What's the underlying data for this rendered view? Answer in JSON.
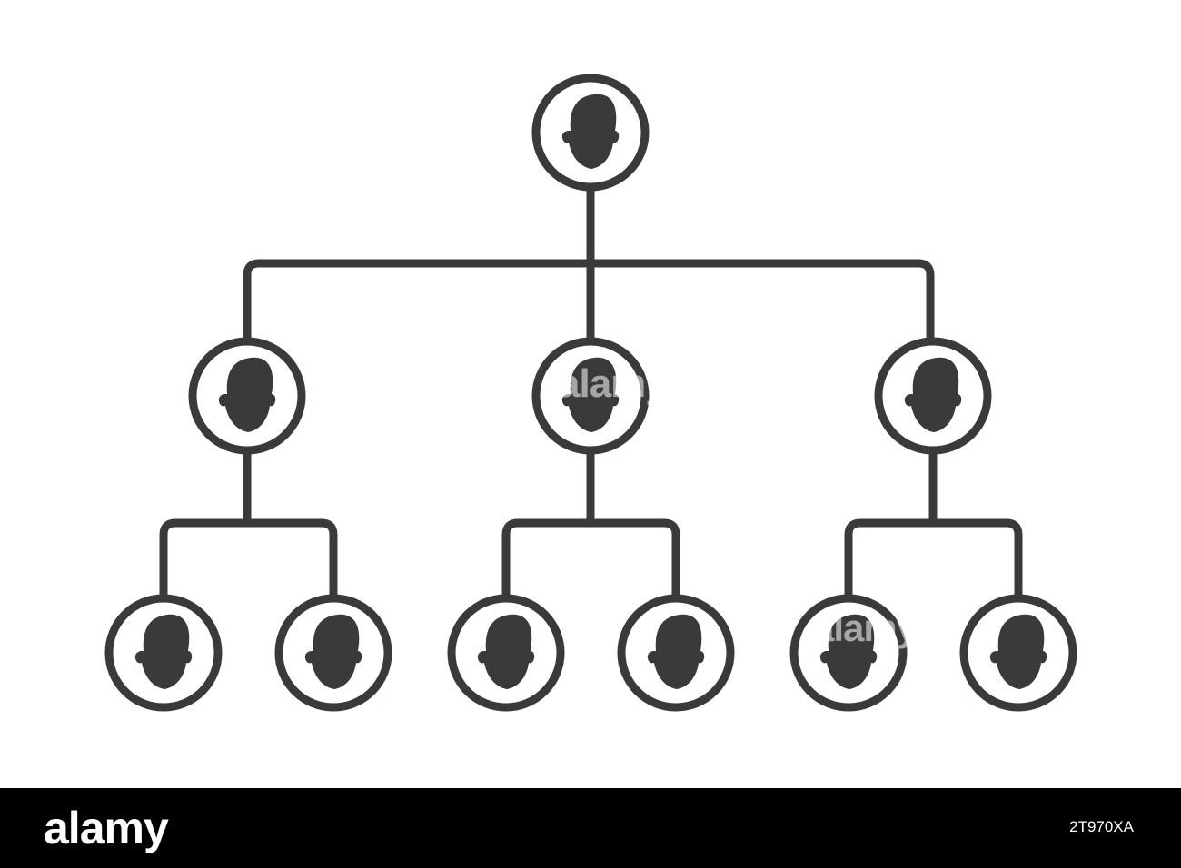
{
  "colors": {
    "stroke": "#3a3a3a",
    "fill": "#ffffff",
    "avatar": "#3a3a3a",
    "footer_bg": "#000000",
    "footer_text": "#ffffff"
  },
  "org_chart": {
    "levels": 3,
    "root_children": 3,
    "children_per_manager": 2,
    "node_icon": "person-head-icon"
  },
  "watermark": {
    "text": "alamy"
  },
  "footer": {
    "brand": "alamy",
    "image_code": "2T970XA"
  }
}
